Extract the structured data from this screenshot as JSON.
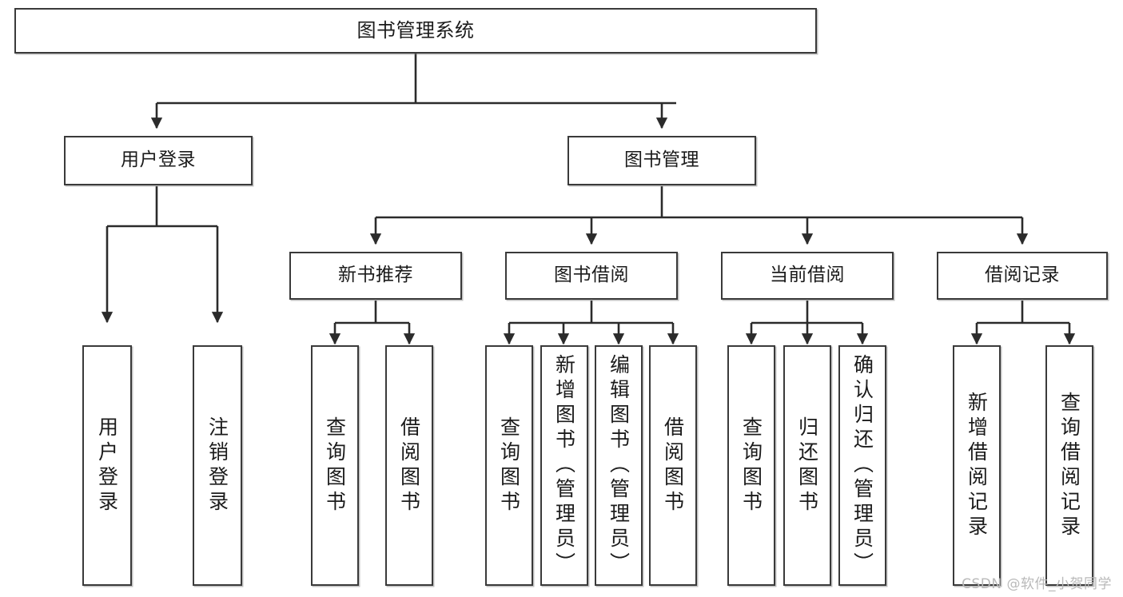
{
  "diagram": {
    "title": "图书管理系统",
    "type": "tree",
    "watermark": "CSDN @软件_小贺同学",
    "colors": {
      "box_border": "#3a3a3a",
      "box_fill": "#ffffff",
      "edge": "#2b2b2b",
      "text": "#1b1b1b",
      "watermark": "#b9b9b9"
    },
    "root": {
      "label": "图书管理系统"
    },
    "level1": [
      {
        "label": "用户登录"
      },
      {
        "label": "图书管理"
      }
    ],
    "level2": [
      {
        "label": "新书推荐"
      },
      {
        "label": "图书借阅"
      },
      {
        "label": "当前借阅"
      },
      {
        "label": "借阅记录"
      }
    ],
    "leaves": {
      "user_login": [
        {
          "label": "用户登录"
        },
        {
          "label": "注销登录"
        }
      ],
      "new_book_recommend": [
        {
          "label": "查询图书"
        },
        {
          "label": "借阅图书"
        }
      ],
      "book_borrow": [
        {
          "label": "查询图书"
        },
        {
          "label": "新增图书（管理员）"
        },
        {
          "label": "编辑图书（管理员）"
        },
        {
          "label": "借阅图书"
        }
      ],
      "current_borrow": [
        {
          "label": "查询图书"
        },
        {
          "label": "归还图书"
        },
        {
          "label": "确认归还（管理员）"
        }
      ],
      "borrow_record": [
        {
          "label": "新增借阅记录"
        },
        {
          "label": "查询借阅记录"
        }
      ]
    }
  }
}
